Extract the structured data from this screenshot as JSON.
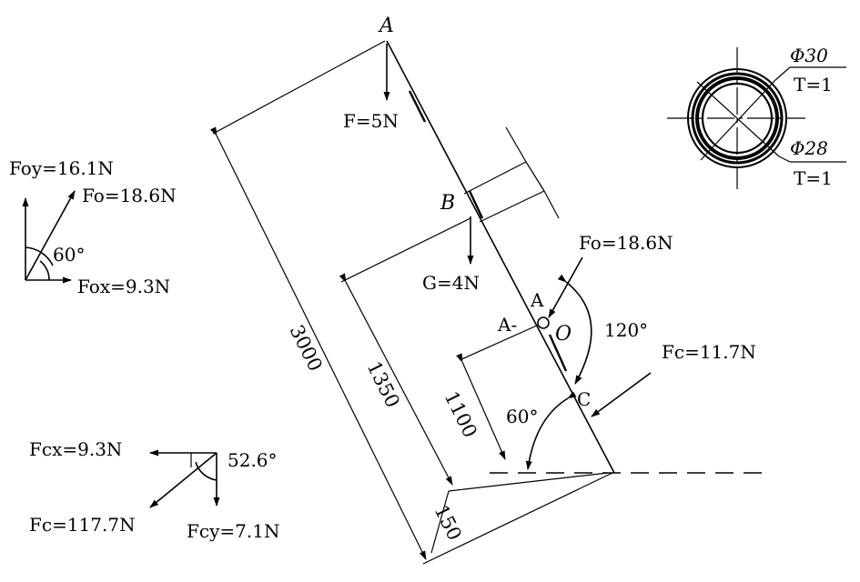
{
  "points": {
    "top": "A",
    "middle": "B",
    "pin_section": "A",
    "pin_section_left": "A-",
    "pin_center": "O",
    "lower": "C"
  },
  "forces": {
    "top_load": "F=5N",
    "weight": "G=4N",
    "pin_force": "Fo=18.6N",
    "cable_force": "Fc=11.7N"
  },
  "angles": {
    "pin_angle": "120°",
    "ground_angle": "60°"
  },
  "dimensions": {
    "total_length": "3000",
    "to_b": "1350",
    "to_pin": "1100",
    "base_offset": "150"
  },
  "section": {
    "outer_diameter": "Φ30",
    "outer_thickness": "T=1",
    "inner_diameter": "Φ28",
    "inner_thickness": "T=1"
  },
  "pin_decomposition": {
    "fy": "Foy=16.1N",
    "f": "Fo=18.6N",
    "angle": "60°",
    "fx": "Fox=9.3N"
  },
  "cable_decomposition": {
    "fx": "Fcx=9.3N",
    "angle": "52.6°",
    "f": "Fc=117.7N",
    "fy": "Fcy=7.1N"
  }
}
